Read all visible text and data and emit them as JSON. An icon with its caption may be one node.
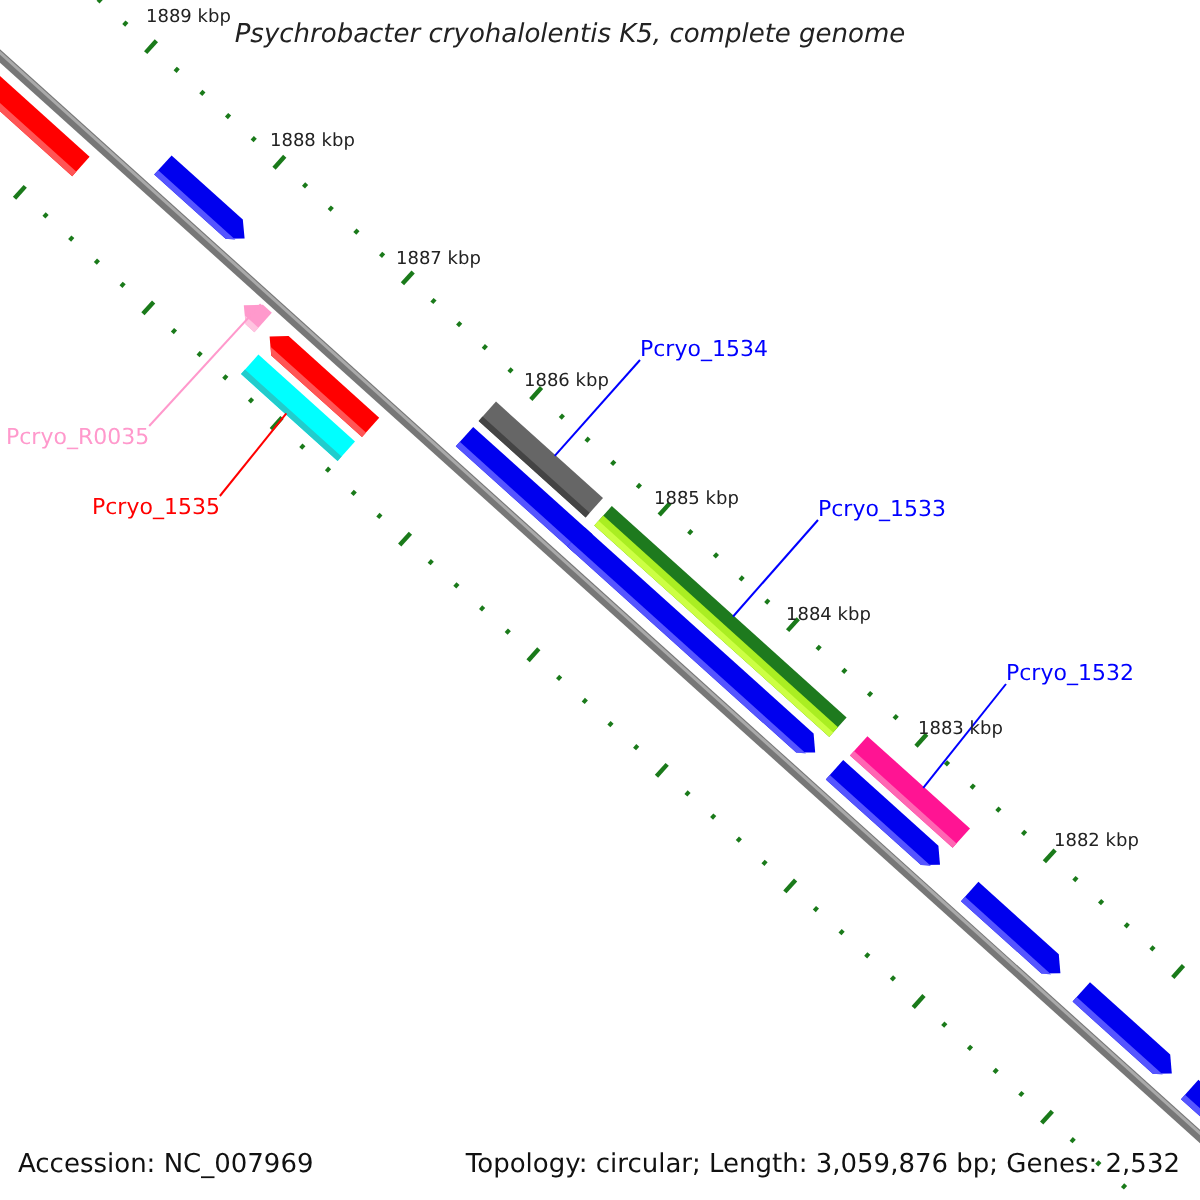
{
  "diagram": {
    "title": "Psychrobacter cryohalolentis K5, complete genome",
    "nodes": [
      {
        "text": [
          "Pcryo_R0035"
        ]
      },
      {
        "text": [],
        "shape": "arrow"
      },
      {
        "text": [
          "Pcryo_1535"
        ]
      },
      {
        "text": [],
        "shape": "bar"
      },
      {
        "text": [
          "Pcryo_1534"
        ]
      },
      {
        "text": [],
        "shape": "bar"
      },
      {
        "text": [
          "Pcryo_1533"
        ]
      },
      {
        "text": [],
        "shape": "bar"
      },
      {
        "text": [
          "Pcryo_1532"
        ]
      },
      {
        "text": [],
        "shape": "bar"
      }
    ],
    "edges": [
      {
        "from": 0,
        "to": 1,
        "arrow": "none",
        "color": "#ff99cc"
      },
      {
        "from": 2,
        "to": 3,
        "arrow": "none",
        "color": "#ff0000"
      },
      {
        "from": 4,
        "to": 5,
        "arrow": "none"
      },
      {
        "from": 6,
        "to": 7,
        "arrow": "none"
      },
      {
        "from": 8,
        "to": 9,
        "arrow": "none"
      }
    ],
    "labels": [
      "1889 kbp",
      "1888 kbp",
      "1887 kbp",
      "1886 kbp",
      "1885 kbp",
      "1884 kbp",
      "1883 kbp",
      "1882 kbp",
      "Accession: NC_007969",
      "Topology: circular; Length: 3,059,876 bp; Genes: 2,532"
    ]
  }
}
